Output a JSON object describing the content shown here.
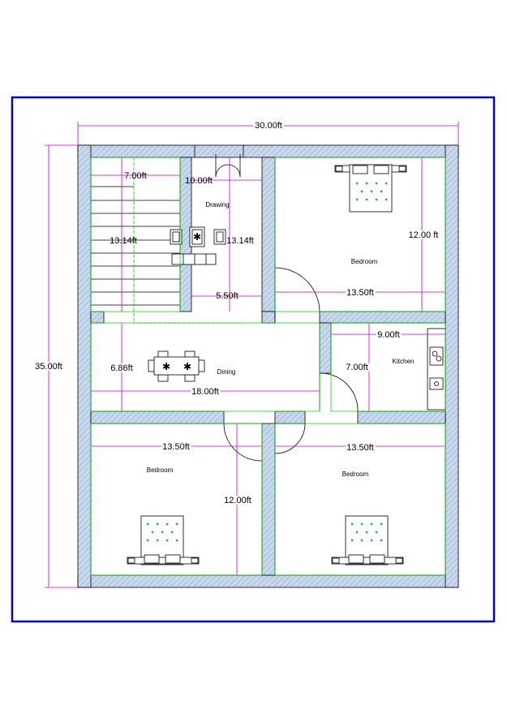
{
  "plan": {
    "overall_width": "30.00ft",
    "overall_depth": "35.00ft",
    "colors": {
      "border": "#0000cc",
      "wall_fill": "#c8d8ec",
      "wall_stroke": "#000000",
      "dimension": "#cc00cc",
      "furniture_line": "#00cc00",
      "bed_dots": "#1a8fd6"
    },
    "rooms": {
      "drawing": "Drawing",
      "bedroom_top": "Bedroom",
      "dining": "Dining",
      "kitchen": "Kitchen",
      "bedroom_left": "Bedroom",
      "bedroom_right": "Bedroom"
    },
    "dims": {
      "stair_width": "7.00ft",
      "stair_length": "13.14ft",
      "drawing_width": "10.00ft",
      "drawing_length": "13.14ft",
      "drawing_lower": "5.50ft",
      "bed_top_length": "12.00 ft",
      "bed_top_width": "13.50ft",
      "kitchen_width": "9.00ft",
      "kitchen_length": "7.00ft",
      "dining_width": "18.00ft",
      "dining_length": "6.86ft",
      "bed_left_width": "13.50ft",
      "bed_left_length": "12.00ft",
      "bed_right_width": "13.50ft"
    }
  }
}
